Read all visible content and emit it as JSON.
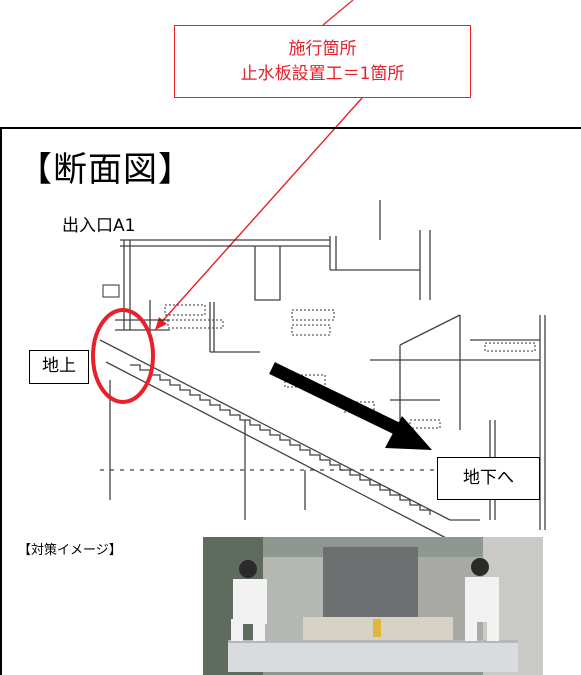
{
  "callout": {
    "line1": "施行箇所",
    "line2": "止水板設置工＝1箇所"
  },
  "section": {
    "title": "【断面図】",
    "entrance": "出入口A1",
    "ground": "地上",
    "underground": "地下へ",
    "measures": "【対策イメージ】"
  },
  "colors": {
    "accent_red": "#e8202a",
    "arrow": "#000000",
    "line": "#000000"
  },
  "icons": {
    "callout_pointer": "red-leader-line",
    "highlight": "red-ellipse",
    "direction": "black-arrow"
  }
}
